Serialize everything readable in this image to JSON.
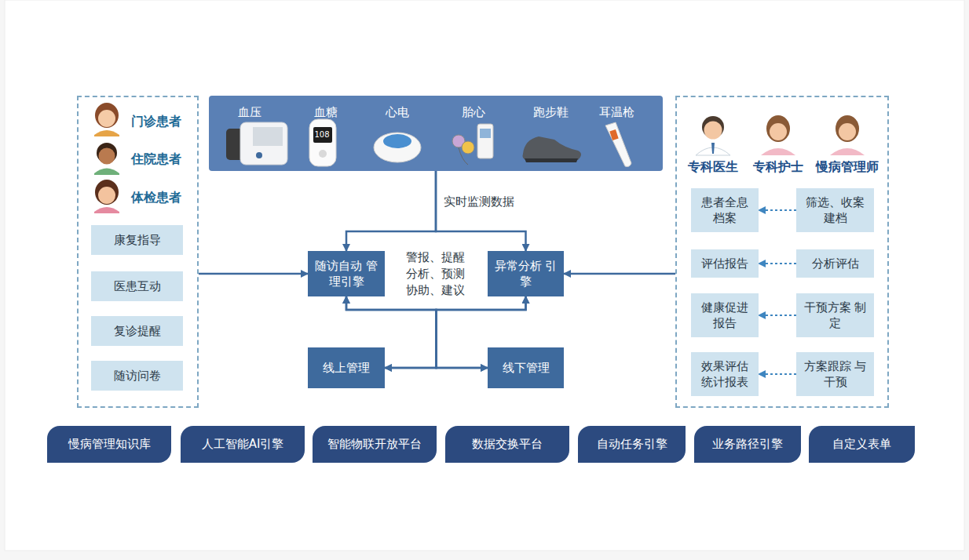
{
  "diagram": {
    "nodes": [
      {
        "text": [
          "门诊患者",
          "住院患者",
          "体检患者"
        ]
      },
      {
        "text": [
          "康复指导"
        ],
        "in": 0
      },
      {
        "text": [
          "医患互动"
        ],
        "in": 0
      },
      {
        "text": [
          "复诊提醒"
        ],
        "in": 0
      },
      {
        "text": [
          "随访问卷"
        ],
        "in": 0
      },
      {
        "text": [
          "血压",
          "血糖",
          "心电",
          "胎心",
          "跑步鞋",
          "耳温枪"
        ]
      },
      {
        "text": [
          "随访自动 管理引擎"
        ]
      },
      {
        "text": [
          "异常分析 引擎"
        ]
      },
      {
        "text": [
          "线上管理"
        ]
      },
      {
        "text": [
          "线下管理"
        ]
      },
      {
        "text": [
          "专科医生",
          "专科护士",
          "慢病管理师"
        ]
      },
      {
        "text": [
          "患者全息 档案"
        ],
        "in": 10
      },
      {
        "text": [
          "筛选、收案 建档"
        ],
        "in": 10
      },
      {
        "text": [
          "评估报告"
        ],
        "in": 10
      },
      {
        "text": [
          "分析评估"
        ],
        "in": 10
      },
      {
        "text": [
          "健康促进 报告"
        ],
        "in": 10
      },
      {
        "text": [
          "干预方案 制定"
        ],
        "in": 10
      },
      {
        "text": [
          "效果评估 统计报表"
        ],
        "in": 10
      },
      {
        "text": [
          "方案跟踪 与干预"
        ],
        "in": 10
      },
      {
        "text": [
          "慢病管理知识库"
        ]
      },
      {
        "text": [
          "人工智能AI引擎"
        ]
      },
      {
        "text": [
          "智能物联开放平台"
        ]
      },
      {
        "text": [
          "数据交换平台"
        ]
      },
      {
        "text": [
          "自动任务引擎"
        ]
      },
      {
        "text": [
          "业务路径引擎"
        ]
      },
      {
        "text": [
          "自定义表单"
        ]
      }
    ],
    "edges": [
      {
        "from": 5,
        "to": 6,
        "arrow": "to"
      },
      {
        "from": 5,
        "to": 7,
        "arrow": "to"
      },
      {
        "from": 0,
        "to": 6,
        "arrow": "to"
      },
      {
        "from": 10,
        "to": 7,
        "arrow": "to"
      },
      {
        "from": 6,
        "to": 8,
        "arrow": "both"
      },
      {
        "from": 6,
        "to": 9,
        "arrow": "both"
      },
      {
        "from": 7,
        "to": 8,
        "arrow": "both"
      },
      {
        "from": 7,
        "to": 9,
        "arrow": "both"
      },
      {
        "from": 12,
        "to": 11,
        "arrow": "to"
      },
      {
        "from": 14,
        "to": 13,
        "arrow": "to"
      },
      {
        "from": 16,
        "to": 15,
        "arrow": "to"
      },
      {
        "from": 18,
        "to": 17,
        "arrow": "to"
      }
    ],
    "labels": [
      "实时监测数据",
      "警报、提醒 分析、预测 协助、建议",
      "108"
    ]
  }
}
